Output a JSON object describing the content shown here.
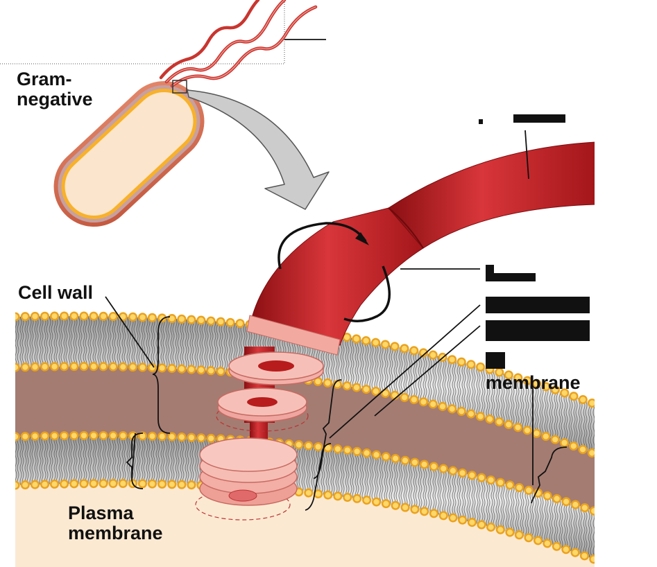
{
  "labels": {
    "gram_negative": [
      "Gram-",
      "negative"
    ],
    "cell_wall": "Cell wall",
    "outer_membrane_partial": "membrane",
    "plasma_membrane": [
      "Plasma",
      "membrane"
    ]
  },
  "colors": {
    "flagellum": "#b81c1c",
    "hook": "#d23d3d",
    "rings": "#f0a6a0",
    "peptidoglycan": "#a47c72",
    "phospholipid_head": "#f4b233",
    "bilayer": "#c4c4c4",
    "cytoplasm": "#fce9d2",
    "arrow": "#cccccc",
    "text": "#111111"
  }
}
